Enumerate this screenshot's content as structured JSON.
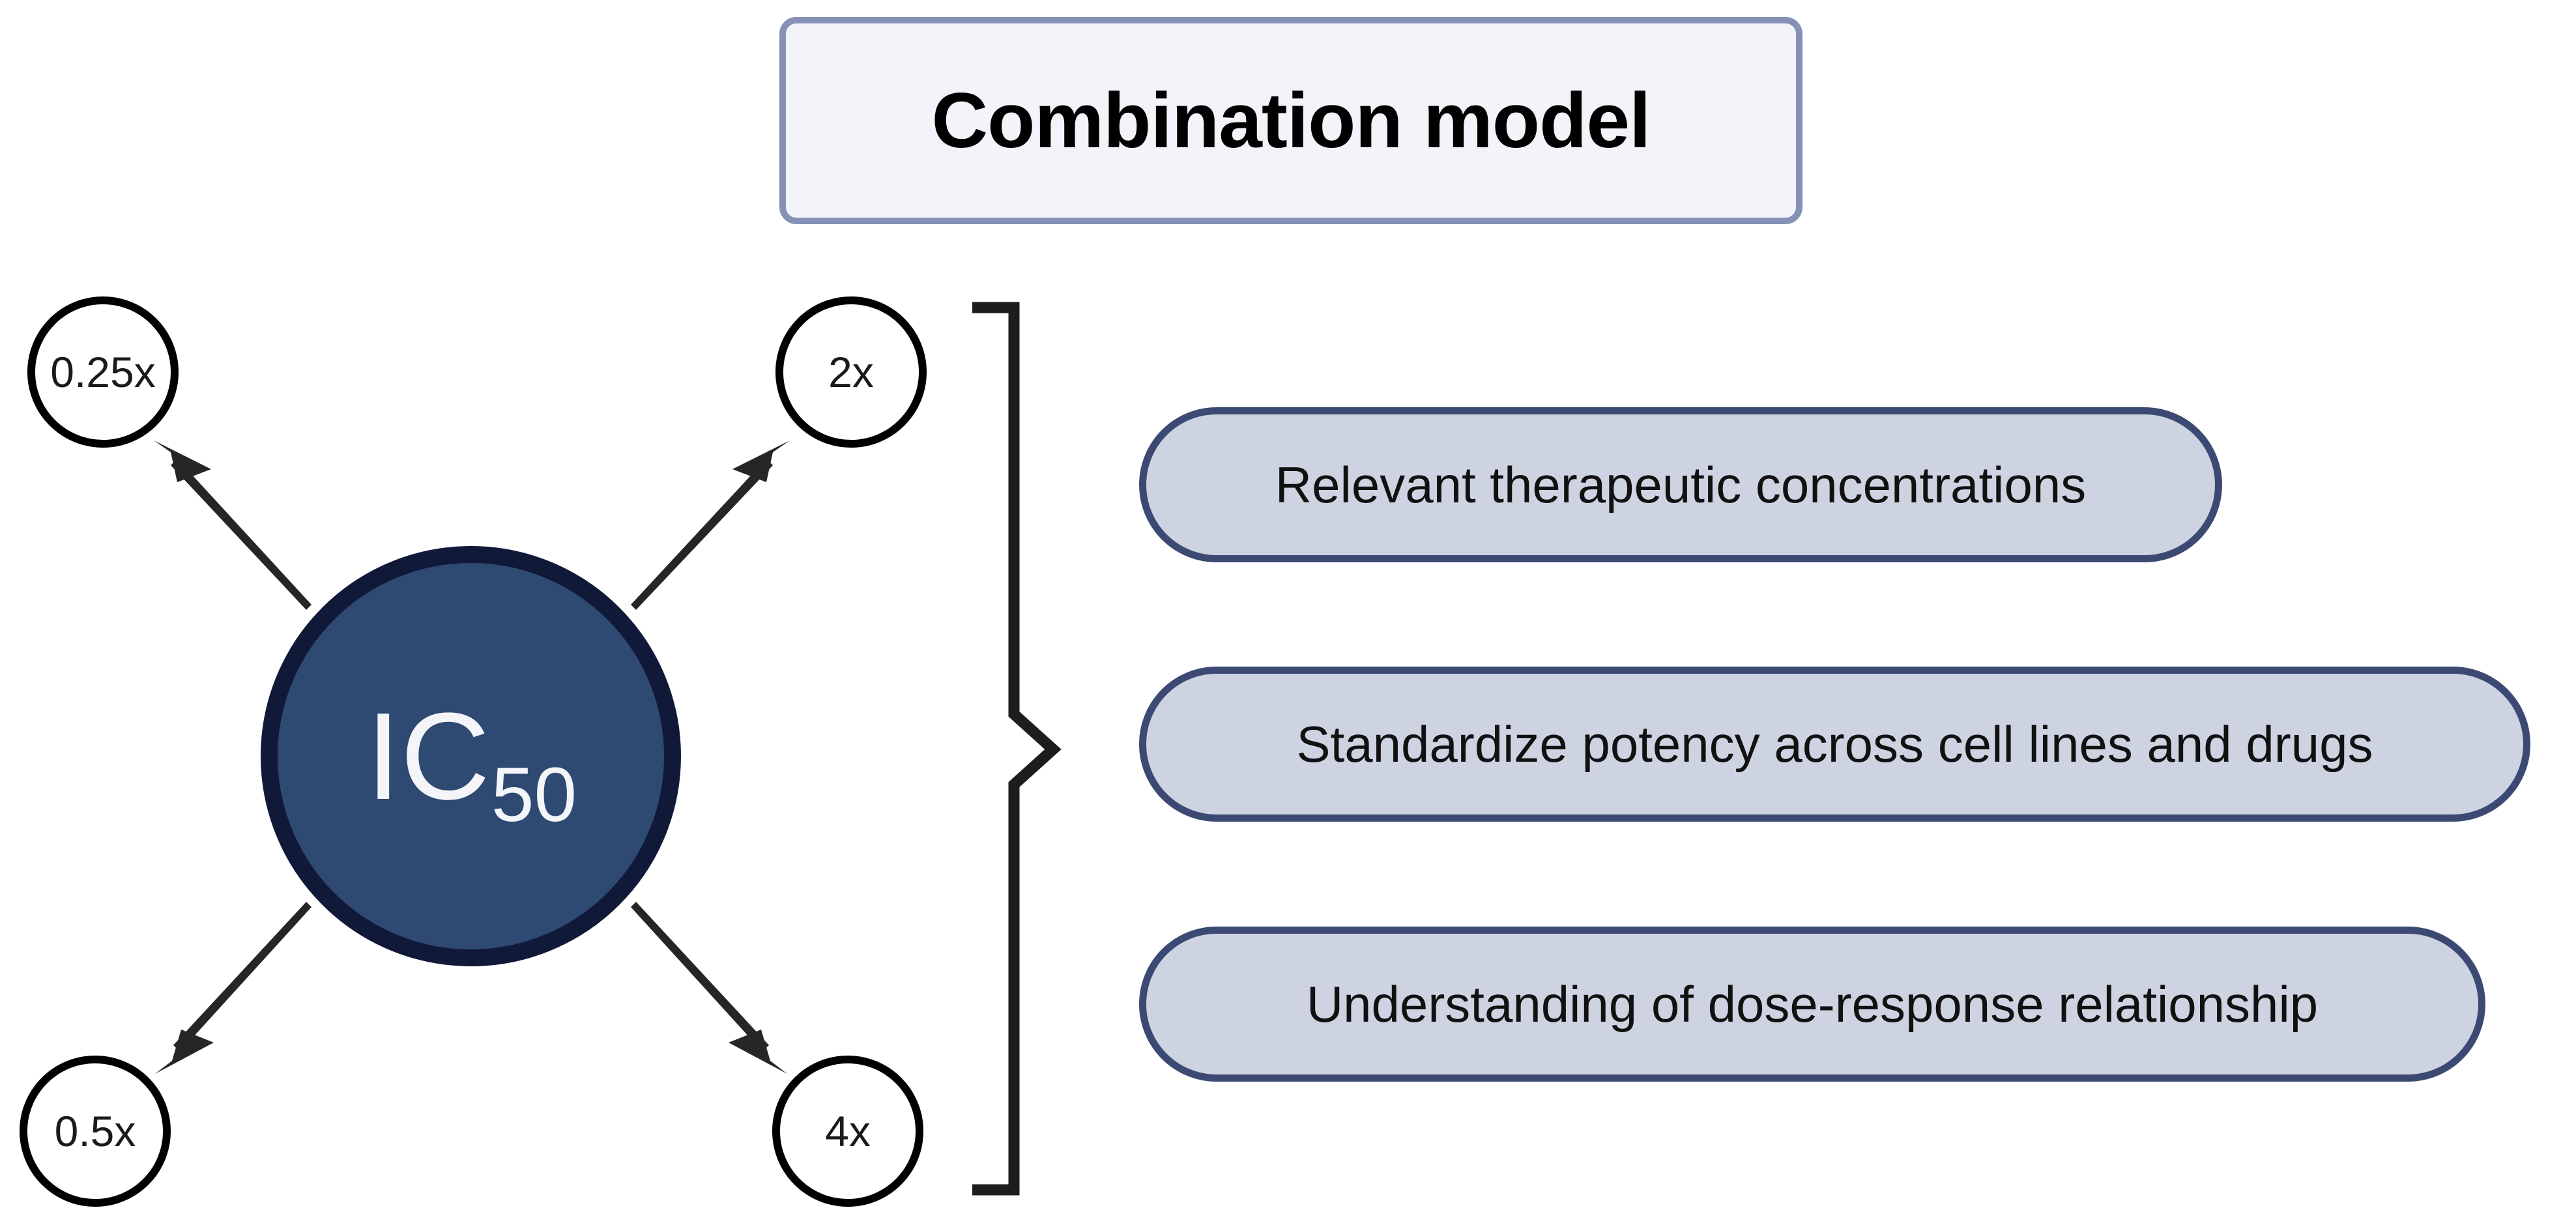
{
  "title": {
    "label": "Combination model"
  },
  "center_node": {
    "main_text": "IC",
    "subscript": "50",
    "full_label": "IC50",
    "fill_color": "#2e4a72",
    "border_color": "#101a38",
    "text_color": "#f3f5f8"
  },
  "multiplier_nodes": [
    {
      "label": "0.25x",
      "position": "top-left"
    },
    {
      "label": "2x",
      "position": "top-right"
    },
    {
      "label": "0.5x",
      "position": "bottom-left"
    },
    {
      "label": "4x",
      "position": "bottom-right"
    }
  ],
  "benefit_pills": [
    {
      "label": "Relevant therapeutic concentrations"
    },
    {
      "label": "Standardize potency across cell lines and drugs"
    },
    {
      "label": "Understanding of dose-response relationship"
    }
  ],
  "colors": {
    "title_fill": "#f2f4f9",
    "title_border": "#8691b5",
    "pill_fill": "#ced3e2",
    "pill_border": "#3c4a73",
    "arrow_color": "#262626",
    "bracket_color": "#1d1d1d",
    "circle_border": "#000000",
    "background": "#ffffff"
  }
}
